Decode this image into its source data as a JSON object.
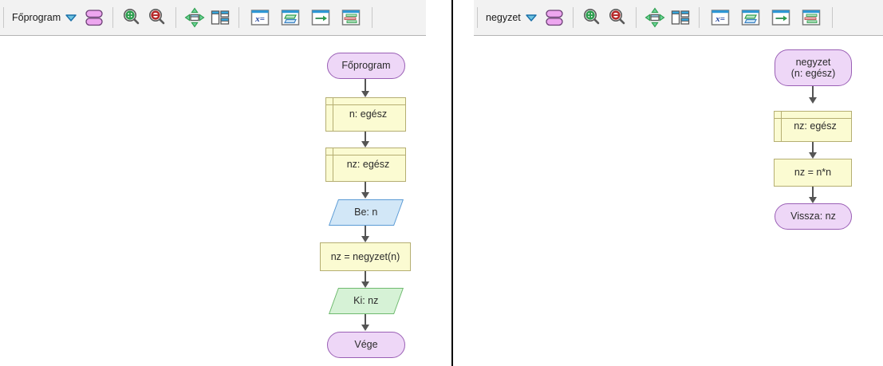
{
  "window": {
    "background_color": "#ffffff",
    "divider_color": "#000000"
  },
  "panels": [
    {
      "id": "main-program",
      "toolbar": {
        "module_name": "Főprogram",
        "dropdown_icon": "chevron-down-icon",
        "buttons": [
          {
            "name": "subprograms-icon",
            "title": "Alprogramok"
          },
          {
            "name": "zoom-in-icon",
            "title": "Nagyítás"
          },
          {
            "name": "zoom-out-icon",
            "title": "Kicsinyítés"
          },
          {
            "name": "fit-to-view-icon",
            "title": "Illesztés"
          },
          {
            "name": "split-layout-icon",
            "title": "Elrendezés"
          },
          {
            "name": "variable-icon",
            "title": "Változó"
          },
          {
            "name": "input-output-icon",
            "title": "Be- és kimenet"
          },
          {
            "name": "flow-arrow-icon",
            "title": "Folyamat"
          },
          {
            "name": "blocks-icon",
            "title": "Blokkok"
          }
        ]
      },
      "flowchart": {
        "nodes": [
          {
            "id": "start",
            "type": "terminator",
            "label": "Főprogram",
            "fill": "#eed7f7",
            "stroke": "#9a5fb5"
          },
          {
            "id": "decl-n",
            "type": "declaration",
            "label": "n: egész",
            "fill": "#fbfbd2",
            "stroke": "#b5ae72"
          },
          {
            "id": "decl-nz",
            "type": "declaration",
            "label": "nz: egész",
            "fill": "#fbfbd2",
            "stroke": "#b5ae72"
          },
          {
            "id": "input-n",
            "type": "input",
            "label": "Be: n",
            "fill": "#d2e7f7",
            "stroke": "#5b9bd5"
          },
          {
            "id": "call",
            "type": "process",
            "label": "nz = negyzet(n)",
            "fill": "#fbfbd2",
            "stroke": "#b5ae72"
          },
          {
            "id": "output",
            "type": "output",
            "label": "Ki: nz",
            "fill": "#d6f2d6",
            "stroke": "#6fba6f"
          },
          {
            "id": "end",
            "type": "terminator",
            "label": "Vége",
            "fill": "#eed7f7",
            "stroke": "#9a5fb5"
          }
        ]
      }
    },
    {
      "id": "subprogram",
      "toolbar": {
        "module_name": "negyzet",
        "dropdown_icon": "chevron-down-icon",
        "buttons": [
          {
            "name": "subprograms-icon",
            "title": "Alprogramok"
          },
          {
            "name": "zoom-in-icon",
            "title": "Nagyítás"
          },
          {
            "name": "zoom-out-icon",
            "title": "Kicsinyítés"
          },
          {
            "name": "fit-to-view-icon",
            "title": "Illesztés"
          },
          {
            "name": "split-layout-icon",
            "title": "Elrendezés"
          },
          {
            "name": "variable-icon",
            "title": "Változó"
          },
          {
            "name": "input-output-icon",
            "title": "Be- és kimenet"
          },
          {
            "name": "flow-arrow-icon",
            "title": "Folyamat"
          },
          {
            "name": "blocks-icon",
            "title": "Blokkok"
          }
        ]
      },
      "flowchart": {
        "nodes": [
          {
            "id": "start",
            "type": "terminator",
            "label": "negyzet\n(n: egész)",
            "fill": "#eed7f7",
            "stroke": "#9a5fb5"
          },
          {
            "id": "decl-nz",
            "type": "declaration",
            "label": "nz: egész",
            "fill": "#fbfbd2",
            "stroke": "#b5ae72"
          },
          {
            "id": "assign",
            "type": "process",
            "label": "nz = n*n",
            "fill": "#fbfbd2",
            "stroke": "#b5ae72"
          },
          {
            "id": "return",
            "type": "terminator",
            "label": "Vissza: nz",
            "fill": "#eed7f7",
            "stroke": "#9a5fb5"
          }
        ]
      }
    }
  ]
}
